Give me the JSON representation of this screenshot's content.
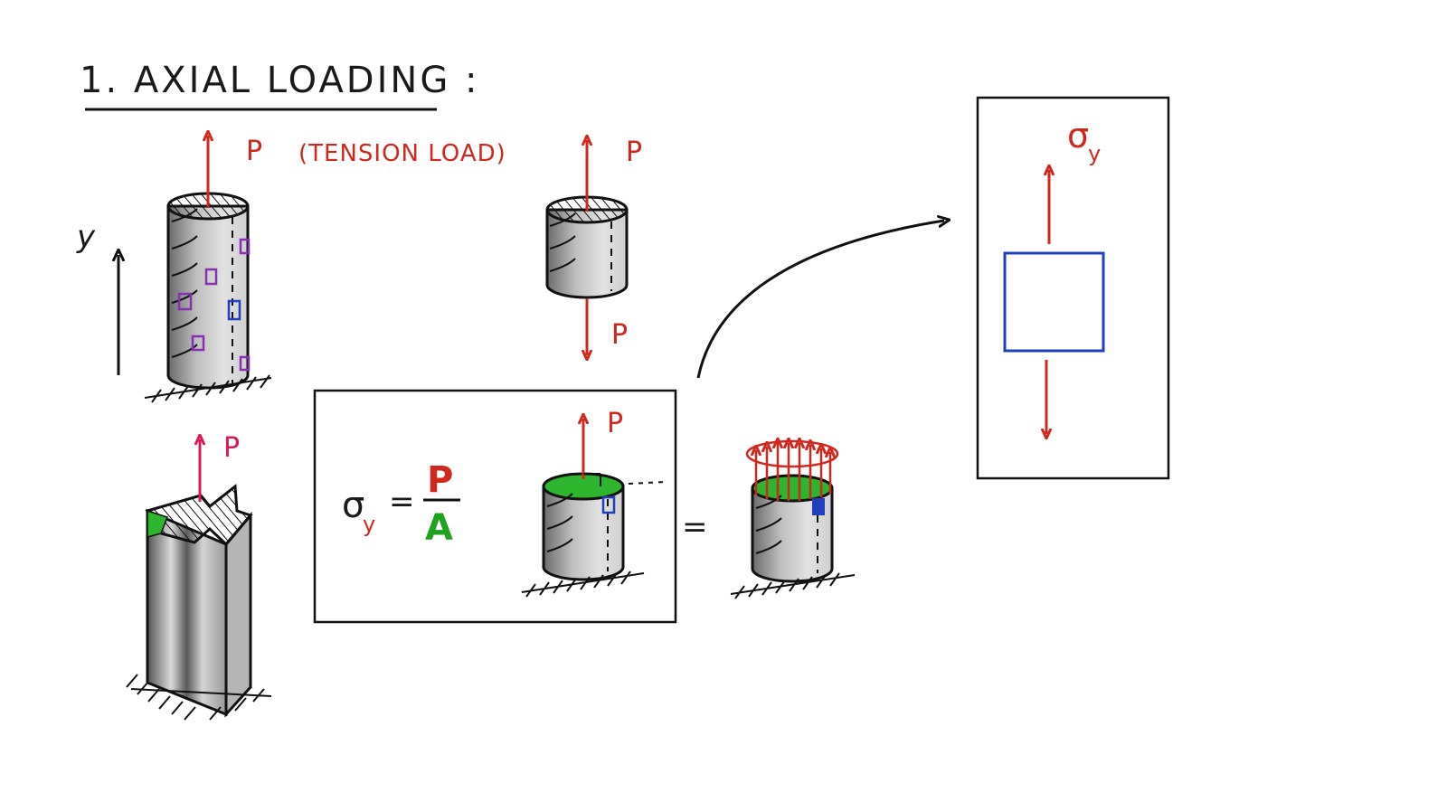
{
  "title": "1. AXIAL LOADING :",
  "load_label": "P",
  "tension_label": "(TENSION LOAD)",
  "axis_label": "y",
  "stress_symbol": "σ",
  "stress_subscript": "y",
  "formula": {
    "lhs_symbol": "σ",
    "lhs_subscript": "y",
    "equals": "=",
    "numerator": "P",
    "denominator": "A"
  },
  "equals_sign": "=",
  "colors": {
    "load_arrow": "#d0281e",
    "load_arrow_pink": "#d81b56",
    "area_fill": "#2db52d",
    "element_outline": "#1f3fbf",
    "element_purple": "#8a2fb0",
    "ink": "#111111"
  }
}
